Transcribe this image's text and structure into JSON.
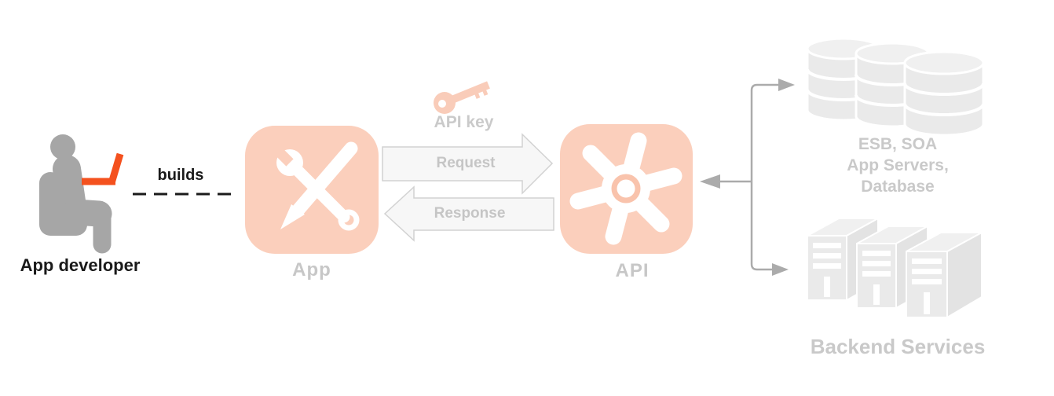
{
  "nodes": {
    "developer": {
      "label": "App developer"
    },
    "app": {
      "label": "App"
    },
    "api": {
      "label": "API"
    },
    "backend_tier1": {
      "lines": [
        "ESB, SOA",
        "App Servers,",
        "Database"
      ]
    },
    "backend_tier2": {
      "label": "Backend Services"
    }
  },
  "edges": {
    "builds": {
      "label": "builds"
    },
    "api_key": {
      "label": "API key"
    },
    "request": {
      "label": "Request"
    },
    "response": {
      "label": "Response"
    }
  },
  "icons": {
    "developer": "person-with-laptop-icon",
    "app": "wrench-and-pencil-icon",
    "api": "gear-asterisk-icon",
    "api_key": "key-icon",
    "backend_tier1": "database-stack-icon",
    "backend_tier2": "server-towers-icon"
  },
  "colors": {
    "accent_faded_salmon": "#FBCFBC",
    "laptop_orange": "#F4511E",
    "person_gray": "#A6A6A6",
    "shape_light_gray": "#EAEAEA",
    "label_gray": "#C7C7C7",
    "arrow_fill": "#F7F7F7",
    "arrow_border": "#D2D2D2",
    "connector_gray": "#ABABAB",
    "text_black": "#000000"
  }
}
